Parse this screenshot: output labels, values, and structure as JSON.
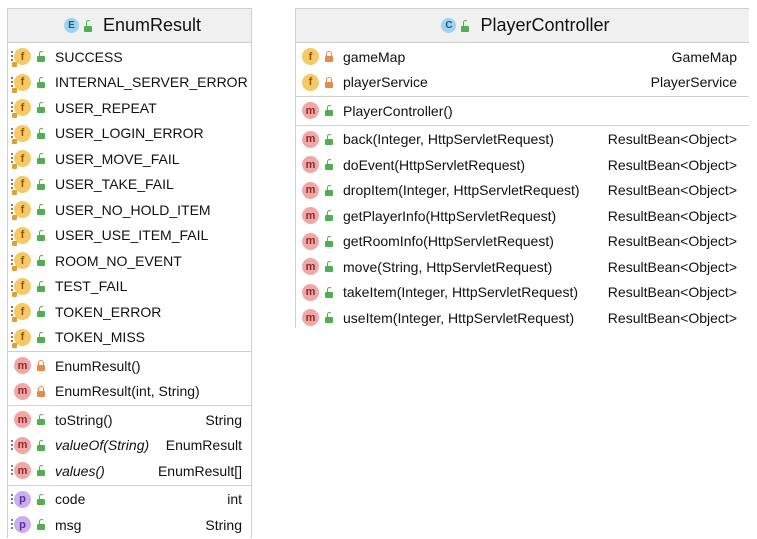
{
  "enum_result": {
    "kind_icon": "E",
    "title": "EnumResult",
    "constants": [
      "SUCCESS",
      "INTERNAL_SERVER_ERROR",
      "USER_REPEAT",
      "USER_LOGIN_ERROR",
      "USER_MOVE_FAIL",
      "USER_TAKE_FAIL",
      "USER_NO_HOLD_ITEM",
      "USER_USE_ITEM_FAIL",
      "ROOM_NO_EVENT",
      "TEST_FAIL",
      "TOKEN_ERROR",
      "TOKEN_MISS"
    ],
    "constructors": [
      "EnumResult()",
      "EnumResult(int, String)"
    ],
    "methods": [
      {
        "name": "toString()",
        "type": "String"
      },
      {
        "name": "valueOf(String)",
        "type": "EnumResult"
      },
      {
        "name": "values()",
        "type": "EnumResult[]"
      }
    ],
    "properties": [
      {
        "name": "code",
        "type": "int"
      },
      {
        "name": "msg",
        "type": "String"
      }
    ]
  },
  "player_controller": {
    "kind_icon": "C",
    "title": "PlayerController",
    "fields": [
      {
        "name": "gameMap",
        "type": "GameMap"
      },
      {
        "name": "playerService",
        "type": "PlayerService"
      }
    ],
    "constructors": [
      "PlayerController()"
    ],
    "methods": [
      {
        "name": "back(Integer, HttpServletRequest)",
        "type": "ResultBean<Object>"
      },
      {
        "name": "doEvent(HttpServletRequest)",
        "type": "ResultBean<Object>"
      },
      {
        "name": "dropItem(Integer, HttpServletRequest)",
        "type": "ResultBean<Object>"
      },
      {
        "name": "getPlayerInfo(HttpServletRequest)",
        "type": "ResultBean<Object>"
      },
      {
        "name": "getRoomInfo(HttpServletRequest)",
        "type": "ResultBean<Object>"
      },
      {
        "name": "move(String, HttpServletRequest)",
        "type": "ResultBean<Object>"
      },
      {
        "name": "takeItem(Integer, HttpServletRequest)",
        "type": "ResultBean<Object>"
      },
      {
        "name": "useItem(Integer, HttpServletRequest)",
        "type": "ResultBean<Object>"
      }
    ]
  },
  "icons": {
    "field": "f",
    "method": "m",
    "property": "p"
  },
  "colors": {
    "field_badge": "#f6c866",
    "method_badge": "#f2a7a7",
    "property_badge": "#c9b0ec",
    "class_badge": "#9fd3ef",
    "public_lock": "#4fb04f",
    "private_lock": "#e8884a"
  }
}
